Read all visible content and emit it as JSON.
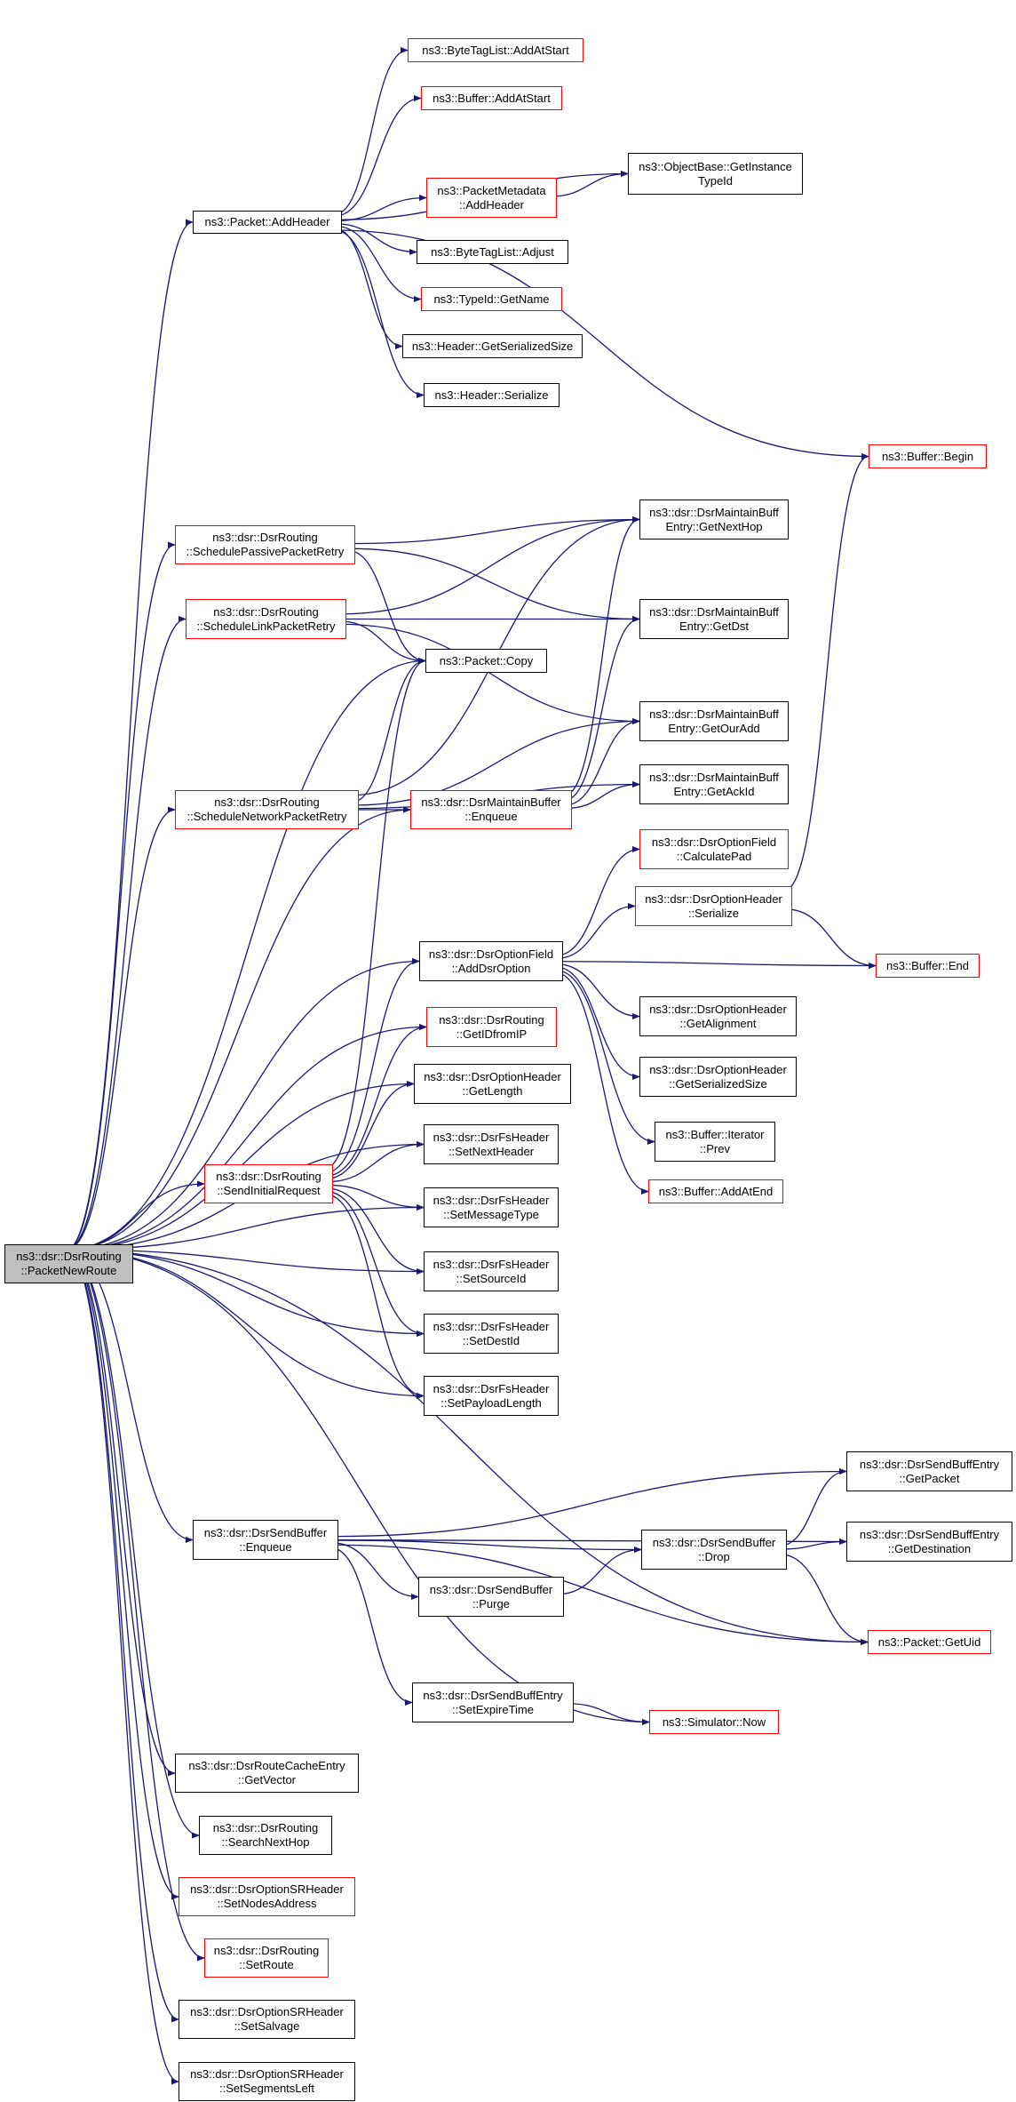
{
  "colors": {
    "edge": "#191970",
    "box_black": "#000000",
    "box_red": "#ff0000",
    "root_fill": "#bfbfbf"
  },
  "nodes": [
    {
      "id": "root",
      "lines": [
        "ns3::dsr::DsrRouting",
        "::PacketNewRoute"
      ],
      "style": "root"
    },
    {
      "id": "addheader",
      "lines": [
        "ns3::Packet::AddHeader"
      ],
      "style": "black"
    },
    {
      "id": "btl_addatstart",
      "lines": [
        "ns3::ByteTagList::AddAtStart"
      ],
      "style": "red"
    },
    {
      "id": "buf_addatstart",
      "lines": [
        "ns3::Buffer::AddAtStart"
      ],
      "style": "red"
    },
    {
      "id": "objbase_gettypeid",
      "lines": [
        "ns3::ObjectBase::GetInstance",
        "TypeId"
      ],
      "style": "black"
    },
    {
      "id": "pm_addheader",
      "lines": [
        "ns3::PacketMetadata",
        "::AddHeader"
      ],
      "style": "red"
    },
    {
      "id": "btl_adjust",
      "lines": [
        "ns3::ByteTagList::Adjust"
      ],
      "style": "black"
    },
    {
      "id": "typeid_getname",
      "lines": [
        "ns3::TypeId::GetName"
      ],
      "style": "red"
    },
    {
      "id": "hdr_getsersize",
      "lines": [
        "ns3::Header::GetSerializedSize"
      ],
      "style": "black"
    },
    {
      "id": "hdr_serialize",
      "lines": [
        "ns3::Header::Serialize"
      ],
      "style": "black"
    },
    {
      "id": "buf_begin",
      "lines": [
        "ns3::Buffer::Begin"
      ],
      "style": "red"
    },
    {
      "id": "sched_passive",
      "lines": [
        "ns3::dsr::DsrRouting",
        "::SchedulePassivePacketRetry"
      ],
      "style": "red"
    },
    {
      "id": "mbe_getnexthop",
      "lines": [
        "ns3::dsr::DsrMaintainBuff",
        "Entry::GetNextHop"
      ],
      "style": "black"
    },
    {
      "id": "sched_link",
      "lines": [
        "ns3::dsr::DsrRouting",
        "::ScheduleLinkPacketRetry"
      ],
      "style": "red"
    },
    {
      "id": "mbe_getdst",
      "lines": [
        "ns3::dsr::DsrMaintainBuff",
        "Entry::GetDst"
      ],
      "style": "black"
    },
    {
      "id": "packet_copy",
      "lines": [
        "ns3::Packet::Copy"
      ],
      "style": "black"
    },
    {
      "id": "mbe_getouradd",
      "lines": [
        "ns3::dsr::DsrMaintainBuff",
        "Entry::GetOurAdd"
      ],
      "style": "black"
    },
    {
      "id": "sched_network",
      "lines": [
        "ns3::dsr::DsrRouting",
        "::ScheduleNetworkPacketRetry"
      ],
      "style": "red"
    },
    {
      "id": "mb_enqueue",
      "lines": [
        "ns3::dsr::DsrMaintainBuffer",
        "::Enqueue"
      ],
      "style": "red"
    },
    {
      "id": "mbe_getackid",
      "lines": [
        "ns3::dsr::DsrMaintainBuff",
        "Entry::GetAckId"
      ],
      "style": "black"
    },
    {
      "id": "of_calcpad",
      "lines": [
        "ns3::dsr::DsrOptionField",
        "::CalculatePad"
      ],
      "style": "red"
    },
    {
      "id": "oh_serialize",
      "lines": [
        "ns3::dsr::DsrOptionHeader",
        "::Serialize"
      ],
      "style": "red"
    },
    {
      "id": "of_adddsroption",
      "lines": [
        "ns3::dsr::DsrOptionField",
        "::AddDsrOption"
      ],
      "style": "black"
    },
    {
      "id": "buf_end",
      "lines": [
        "ns3::Buffer::End"
      ],
      "style": "red"
    },
    {
      "id": "oh_getalignment",
      "lines": [
        "ns3::dsr::DsrOptionHeader",
        "::GetAlignment"
      ],
      "style": "black"
    },
    {
      "id": "r_getidfromip",
      "lines": [
        "ns3::dsr::DsrRouting",
        "::GetIDfromIP"
      ],
      "style": "red"
    },
    {
      "id": "oh_getsersize",
      "lines": [
        "ns3::dsr::DsrOptionHeader",
        "::GetSerializedSize"
      ],
      "style": "black"
    },
    {
      "id": "oh_getlength",
      "lines": [
        "ns3::dsr::DsrOptionHeader",
        "::GetLength"
      ],
      "style": "black"
    },
    {
      "id": "bufit_prev",
      "lines": [
        "ns3::Buffer::Iterator",
        "::Prev"
      ],
      "style": "black"
    },
    {
      "id": "fs_setnexthdr",
      "lines": [
        "ns3::dsr::DsrFsHeader",
        "::SetNextHeader"
      ],
      "style": "black"
    },
    {
      "id": "buf_addatend",
      "lines": [
        "ns3::Buffer::AddAtEnd"
      ],
      "style": "red"
    },
    {
      "id": "send_initial",
      "lines": [
        "ns3::dsr::DsrRouting",
        "::SendInitialRequest"
      ],
      "style": "red"
    },
    {
      "id": "fs_setmsgtype",
      "lines": [
        "ns3::dsr::DsrFsHeader",
        "::SetMessageType"
      ],
      "style": "black"
    },
    {
      "id": "fs_setsourceid",
      "lines": [
        "ns3::dsr::DsrFsHeader",
        "::SetSourceId"
      ],
      "style": "black"
    },
    {
      "id": "fs_setdestid",
      "lines": [
        "ns3::dsr::DsrFsHeader",
        "::SetDestId"
      ],
      "style": "black"
    },
    {
      "id": "fs_setpayloadlen",
      "lines": [
        "ns3::dsr::DsrFsHeader",
        "::SetPayloadLength"
      ],
      "style": "black"
    },
    {
      "id": "sbe_getpacket",
      "lines": [
        "ns3::dsr::DsrSendBuffEntry",
        "::GetPacket"
      ],
      "style": "black"
    },
    {
      "id": "sb_enqueue",
      "lines": [
        "ns3::dsr::DsrSendBuffer",
        "::Enqueue"
      ],
      "style": "black"
    },
    {
      "id": "sbe_getdest",
      "lines": [
        "ns3::dsr::DsrSendBuffEntry",
        "::GetDestination"
      ],
      "style": "black"
    },
    {
      "id": "sb_drop",
      "lines": [
        "ns3::dsr::DsrSendBuffer",
        "::Drop"
      ],
      "style": "black"
    },
    {
      "id": "sb_purge",
      "lines": [
        "ns3::dsr::DsrSendBuffer",
        "::Purge"
      ],
      "style": "black"
    },
    {
      "id": "packet_getuid",
      "lines": [
        "ns3::Packet::GetUid"
      ],
      "style": "red"
    },
    {
      "id": "sbe_setexpire",
      "lines": [
        "ns3::dsr::DsrSendBuffEntry",
        "::SetExpireTime"
      ],
      "style": "black"
    },
    {
      "id": "sim_now",
      "lines": [
        "ns3::Simulator::Now"
      ],
      "style": "red"
    },
    {
      "id": "rce_getvector",
      "lines": [
        "ns3::dsr::DsrRouteCacheEntry",
        "::GetVector"
      ],
      "style": "black"
    },
    {
      "id": "r_searchnexthop",
      "lines": [
        "ns3::dsr::DsrRouting",
        "::SearchNextHop"
      ],
      "style": "black"
    },
    {
      "id": "srh_setnodesaddr",
      "lines": [
        "ns3::dsr::DsrOptionSRHeader",
        "::SetNodesAddress"
      ],
      "style": "red"
    },
    {
      "id": "r_setroute",
      "lines": [
        "ns3::dsr::DsrRouting",
        "::SetRoute"
      ],
      "style": "red"
    },
    {
      "id": "srh_setsalvage",
      "lines": [
        "ns3::dsr::DsrOptionSRHeader",
        "::SetSalvage"
      ],
      "style": "black"
    },
    {
      "id": "srh_setsegleft",
      "lines": [
        "ns3::dsr::DsrOptionSRHeader",
        "::SetSegmentsLeft"
      ],
      "style": "black"
    }
  ],
  "edges": [
    [
      "root",
      "addheader"
    ],
    [
      "root",
      "sched_passive"
    ],
    [
      "root",
      "sched_link"
    ],
    [
      "root",
      "packet_copy"
    ],
    [
      "root",
      "sched_network"
    ],
    [
      "root",
      "mb_enqueue"
    ],
    [
      "root",
      "of_adddsroption"
    ],
    [
      "root",
      "r_getidfromip"
    ],
    [
      "root",
      "oh_getlength"
    ],
    [
      "root",
      "fs_setnexthdr"
    ],
    [
      "root",
      "send_initial"
    ],
    [
      "root",
      "fs_setmsgtype"
    ],
    [
      "root",
      "fs_setsourceid"
    ],
    [
      "root",
      "fs_setdestid"
    ],
    [
      "root",
      "fs_setpayloadlen"
    ],
    [
      "root",
      "sb_enqueue"
    ],
    [
      "root",
      "packet_getuid"
    ],
    [
      "root",
      "sim_now"
    ],
    [
      "root",
      "rce_getvector"
    ],
    [
      "root",
      "r_searchnexthop"
    ],
    [
      "root",
      "srh_setnodesaddr"
    ],
    [
      "root",
      "r_setroute"
    ],
    [
      "root",
      "srh_setsalvage"
    ],
    [
      "root",
      "srh_setsegleft"
    ],
    [
      "addheader",
      "btl_addatstart"
    ],
    [
      "addheader",
      "buf_addatstart"
    ],
    [
      "addheader",
      "objbase_gettypeid"
    ],
    [
      "addheader",
      "pm_addheader"
    ],
    [
      "addheader",
      "btl_adjust"
    ],
    [
      "addheader",
      "typeid_getname"
    ],
    [
      "addheader",
      "hdr_getsersize"
    ],
    [
      "addheader",
      "hdr_serialize"
    ],
    [
      "addheader",
      "buf_begin"
    ],
    [
      "pm_addheader",
      "objbase_gettypeid"
    ],
    [
      "sched_passive",
      "mbe_getnexthop"
    ],
    [
      "sched_passive",
      "mbe_getdst"
    ],
    [
      "sched_passive",
      "packet_copy"
    ],
    [
      "sched_link",
      "mbe_getnexthop"
    ],
    [
      "sched_link",
      "mbe_getdst"
    ],
    [
      "sched_link",
      "packet_copy"
    ],
    [
      "sched_link",
      "mbe_getouradd"
    ],
    [
      "sched_network",
      "packet_copy"
    ],
    [
      "sched_network",
      "mbe_getnexthop"
    ],
    [
      "sched_network",
      "mbe_getouradd"
    ],
    [
      "sched_network",
      "mb_enqueue"
    ],
    [
      "sched_network",
      "mbe_getackid"
    ],
    [
      "mb_enqueue",
      "mbe_getnexthop"
    ],
    [
      "mb_enqueue",
      "mbe_getdst"
    ],
    [
      "mb_enqueue",
      "mbe_getouradd"
    ],
    [
      "mb_enqueue",
      "mbe_getackid"
    ],
    [
      "of_adddsroption",
      "of_calcpad"
    ],
    [
      "of_adddsroption",
      "oh_serialize"
    ],
    [
      "of_adddsroption",
      "buf_end"
    ],
    [
      "of_adddsroption",
      "oh_getalignment"
    ],
    [
      "of_adddsroption",
      "oh_getsersize"
    ],
    [
      "of_adddsroption",
      "bufit_prev"
    ],
    [
      "of_adddsroption",
      "buf_addatend"
    ],
    [
      "oh_serialize",
      "buf_begin"
    ],
    [
      "oh_serialize",
      "buf_end"
    ],
    [
      "send_initial",
      "packet_copy"
    ],
    [
      "send_initial",
      "of_adddsroption"
    ],
    [
      "send_initial",
      "r_getidfromip"
    ],
    [
      "send_initial",
      "oh_getlength"
    ],
    [
      "send_initial",
      "fs_setnexthdr"
    ],
    [
      "send_initial",
      "fs_setmsgtype"
    ],
    [
      "send_initial",
      "fs_setsourceid"
    ],
    [
      "send_initial",
      "fs_setdestid"
    ],
    [
      "send_initial",
      "fs_setpayloadlen"
    ],
    [
      "sb_enqueue",
      "sbe_getpacket"
    ],
    [
      "sb_enqueue",
      "sbe_getdest"
    ],
    [
      "sb_enqueue",
      "sb_drop"
    ],
    [
      "sb_enqueue",
      "sb_purge"
    ],
    [
      "sb_enqueue",
      "packet_getuid"
    ],
    [
      "sb_enqueue",
      "sbe_setexpire"
    ],
    [
      "sb_drop",
      "sbe_getpacket"
    ],
    [
      "sb_drop",
      "sbe_getdest"
    ],
    [
      "sb_drop",
      "packet_getuid"
    ],
    [
      "sb_purge",
      "sb_drop"
    ],
    [
      "sbe_setexpire",
      "sim_now"
    ]
  ]
}
